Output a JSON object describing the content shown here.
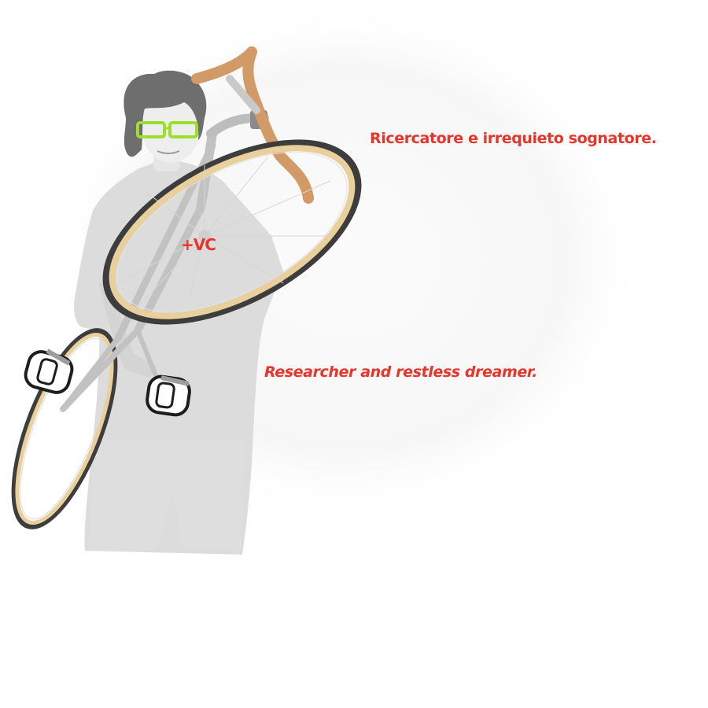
{
  "taglines": {
    "italian": "Ricercatore e irrequieto sognatore.",
    "english": "Researcher and restless dreamer."
  },
  "logo": {
    "text": "+VC"
  },
  "colors": {
    "accent": "#e8352b",
    "silhouette": "#dddddd",
    "hair": "#6e6e6e",
    "glasses": "#9ae02a",
    "rim": "#e8cf9c",
    "tire": "#3d3d3d",
    "handlebar_tape": "#d19a66",
    "frame": "#bdbdbd"
  },
  "icons": [
    "glasses-icon",
    "bicycle-icon",
    "pedal-icon"
  ]
}
